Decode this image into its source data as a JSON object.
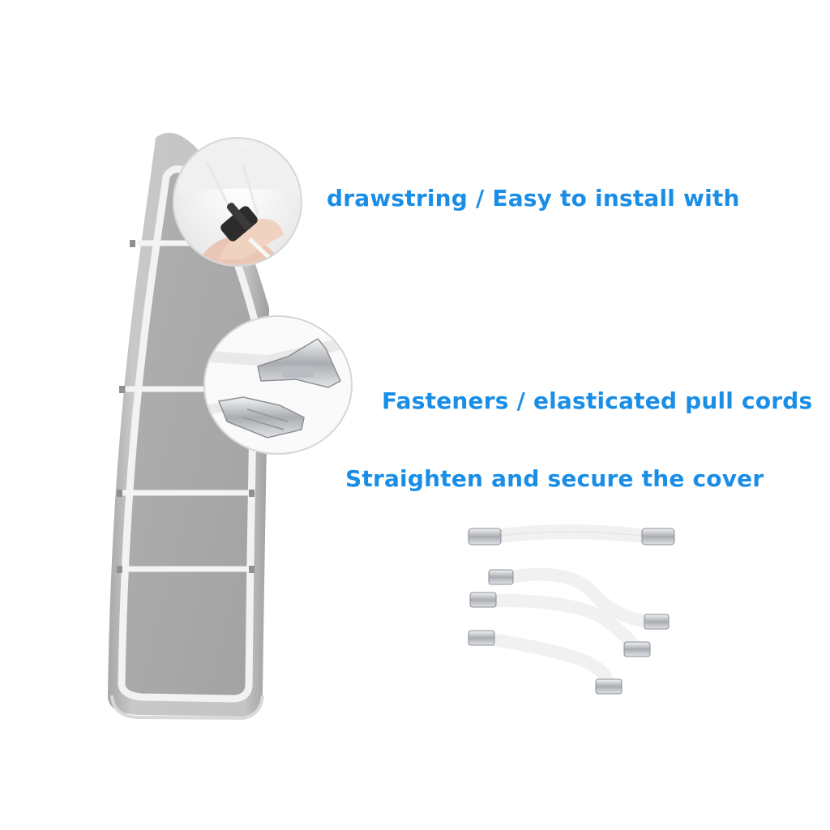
{
  "colors": {
    "caption_text": "#1a8ee6",
    "cover_outer": "#bdbdbd",
    "cover_inner": "#a9a9a9",
    "strap": "#f4f4f4",
    "clip_metal": "#c7c9cc",
    "background": "#ffffff"
  },
  "captions": {
    "drawstring": "drawstring / Easy to install with",
    "fasteners": "Fasteners / elasticated pull cords",
    "secure": "Straighten and secure the cover"
  },
  "images": {
    "board": "ironing-board-cover-with-straps",
    "drawstring_inset": "hand-pulling-drawstring-toggle",
    "clip_inset": "metal-fastener-clips-closeup",
    "straps_product": "elastic-straps-with-clips"
  }
}
